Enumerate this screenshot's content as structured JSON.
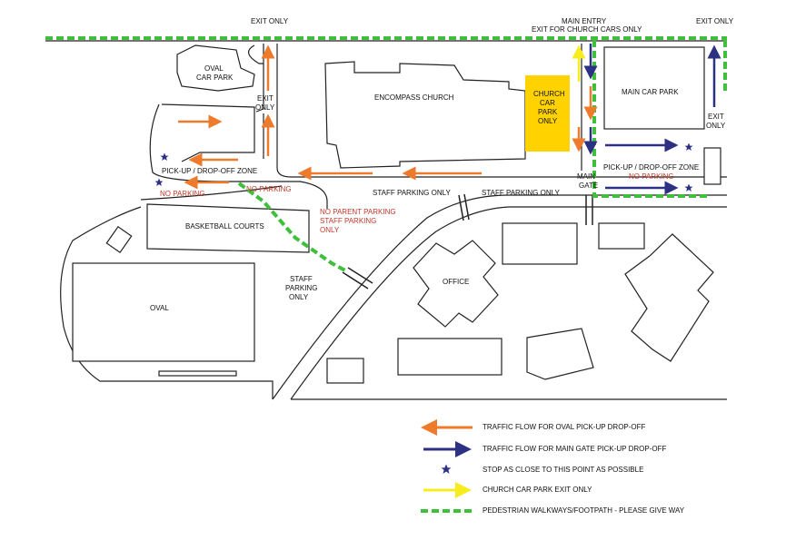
{
  "colors": {
    "orange": "#ee7a2b",
    "navy": "#2d3183",
    "yellow": "#f7ec1e",
    "green": "#3fbf3b",
    "church_car_park": "#ffd200",
    "red_text": "#c0392b"
  },
  "labels": {
    "exit_only_top": "EXIT ONLY",
    "main_entry": "MAIN ENTRY",
    "exit_church_cars": "EXIT FOR CHURCH CARS ONLY",
    "exit_only_top_right": "EXIT ONLY",
    "oval_car_park_1": "OVAL",
    "oval_car_park_2": "CAR PARK",
    "exit_only_left_1": "EXIT",
    "exit_only_left_2": "ONLY",
    "encompass_church": "ENCOMPASS CHURCH",
    "church_car_park": [
      "CHURCH",
      "CAR",
      "PARK",
      "ONLY"
    ],
    "main_car_park": "MAIN CAR PARK",
    "exit_only_right_1": "EXIT",
    "exit_only_right_2": "ONLY",
    "pickup_zone_left": "PICK-UP / DROP-OFF ZONE",
    "no_parking_left": "NO PARKING",
    "no_parking_mid": "NO PARKING",
    "staff_parking_only_1": "STAFF PARKING ONLY",
    "staff_parking_only_2": "STAFF PARKING ONLY",
    "main_gate_1": "MAIN",
    "main_gate_2": "GATE",
    "pickup_zone_right": "PICK-UP / DROP-OFF ZONE",
    "no_parking_right": "NO PARKING",
    "basketball_courts": "BASKETBALL COURTS",
    "no_parent_parking": "NO PARENT PARKING",
    "staff_parking_red_1": "STAFF PARKING",
    "staff_parking_red_2": "ONLY",
    "staff_parking_vert": [
      "STAFF",
      "PARKING",
      "ONLY"
    ],
    "office": "OFFICE",
    "oval": "OVAL"
  },
  "legend": [
    {
      "icon": "orange-arrow",
      "text": "TRAFFIC FLOW FOR OVAL PICK-UP DROP-OFF"
    },
    {
      "icon": "navy-arrow",
      "text": "TRAFFIC FLOW FOR MAIN GATE PICK-UP DROP-OFF"
    },
    {
      "icon": "star",
      "text": "STOP AS CLOSE TO THIS POINT AS POSSIBLE"
    },
    {
      "icon": "yellow-arrow",
      "text": "CHURCH CAR PARK EXIT ONLY"
    },
    {
      "icon": "green-dash",
      "text": "PEDESTRIAN WALKWAYS/FOOTPATH - PLEASE GIVE WAY"
    }
  ]
}
